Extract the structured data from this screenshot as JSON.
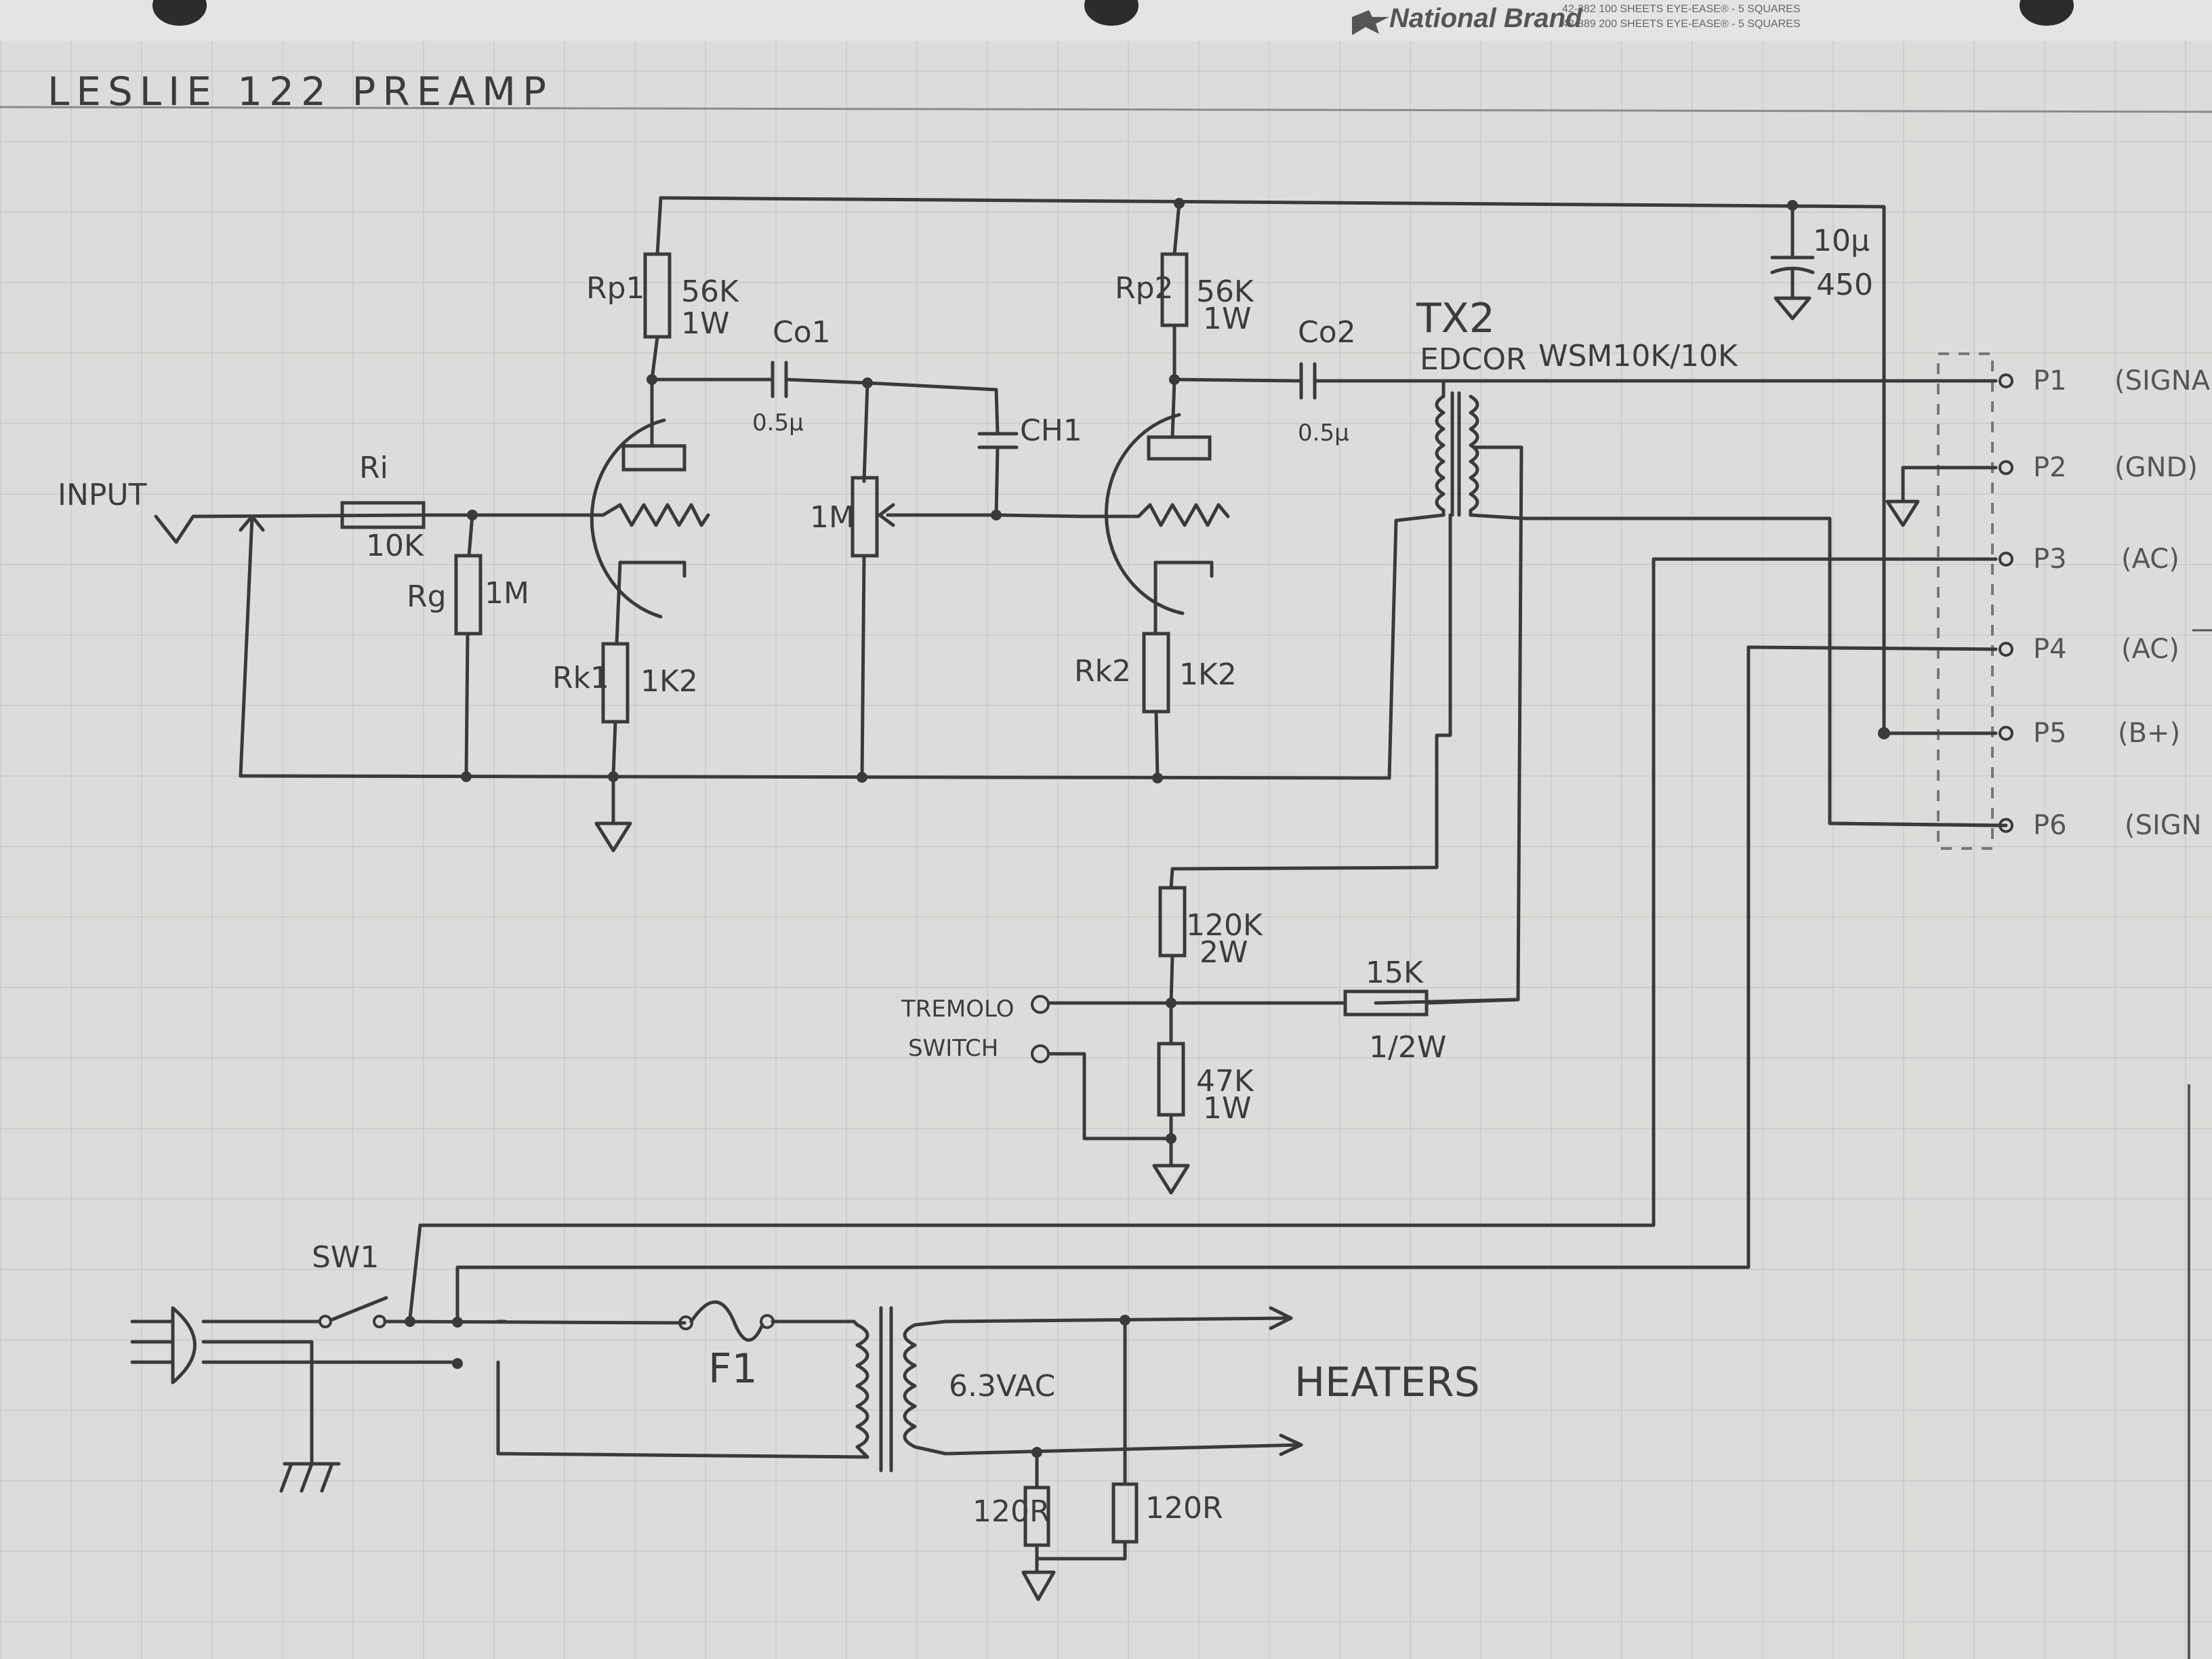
{
  "header": {
    "title": "LESLIE 122 PREAMP",
    "brand": "National Brand",
    "brand_line1": "42-382  100 SHEETS EYE-EASE® - 5 SQUARES",
    "brand_line2": "42-389  200 SHEETS EYE-EASE® - 5 SQUARES"
  },
  "stage1": {
    "input_label": "INPUT",
    "ri_name": "Ri",
    "ri_value": "10K",
    "rg_name": "Rg",
    "rg_value": "1M",
    "rp1_name": "Rp1",
    "rp1_value1": "56K",
    "rp1_value2": "1W",
    "rk1_name": "Rk1",
    "rk1_value": "1K2",
    "co1_name": "Co1",
    "co1_value": "0.5µ"
  },
  "coupling": {
    "pot_value": "1M",
    "ch1_name": "CH1"
  },
  "stage2": {
    "rp2_name": "Rp2",
    "rp2_value1": "56K",
    "rp2_value2": "1W",
    "rk2_name": "Rk2",
    "rk2_value": "1K2",
    "co2_name": "Co2",
    "co2_value": "0.5µ"
  },
  "filter_cap": {
    "value1": "10µ",
    "value2": "450"
  },
  "transformer": {
    "name": "TX2",
    "make": "EDCOR",
    "model": "WSM10K/10K"
  },
  "connector": {
    "pins": [
      {
        "pin": "P1",
        "desc": "(SIGNAL"
      },
      {
        "pin": "P2",
        "desc": "(GND)"
      },
      {
        "pin": "P3",
        "desc": "(AC)"
      },
      {
        "pin": "P4",
        "desc": "(AC)"
      },
      {
        "pin": "P5",
        "desc": "(B+)"
      },
      {
        "pin": "P6",
        "desc": "(SIGN"
      }
    ]
  },
  "tremolo": {
    "label1": "TREMOLO",
    "label2": "SWITCH",
    "r_top_value1": "120K",
    "r_top_value2": "2W",
    "r_mid_value1": "15K",
    "r_mid_value2": "1/2W",
    "r_bot_value1": "47K",
    "r_bot_value2": "1W"
  },
  "power": {
    "switch_name": "SW1",
    "fuse_name": "F1",
    "secondary_label": "6.3VAC",
    "heaters_label": "HEATERS",
    "r_left_value": "120R",
    "r_right_value": "120R"
  }
}
